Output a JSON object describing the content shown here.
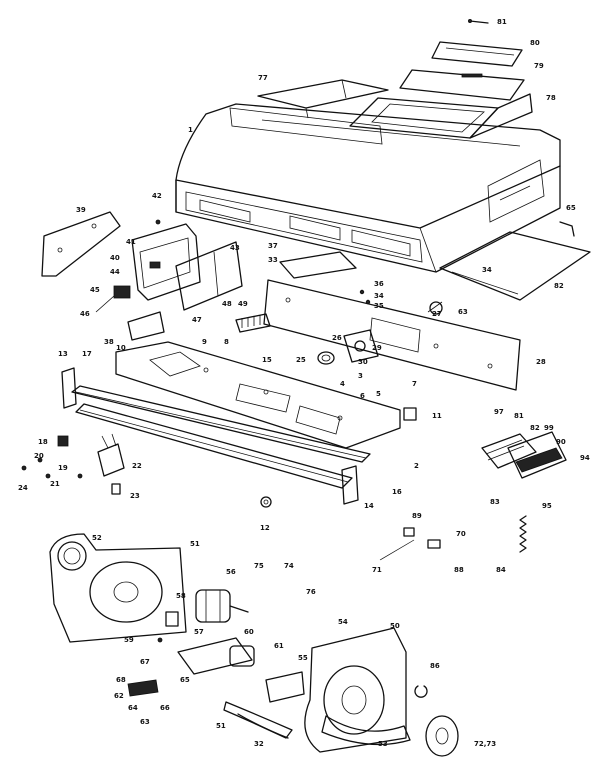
{
  "callouts": [
    {
      "id": "c-81a",
      "text": "81"
    },
    {
      "id": "c-80a",
      "text": "80"
    },
    {
      "id": "c-79",
      "text": "79"
    },
    {
      "id": "c-78",
      "text": "78"
    },
    {
      "id": "c-77",
      "text": "77"
    },
    {
      "id": "c-1",
      "text": "1"
    },
    {
      "id": "c-39",
      "text": "39"
    },
    {
      "id": "c-42",
      "text": "42"
    },
    {
      "id": "c-41",
      "text": "41"
    },
    {
      "id": "c-40",
      "text": "40"
    },
    {
      "id": "c-43",
      "text": "43"
    },
    {
      "id": "c-44",
      "text": "44"
    },
    {
      "id": "c-45",
      "text": "45"
    },
    {
      "id": "c-46",
      "text": "46"
    },
    {
      "id": "c-47",
      "text": "47"
    },
    {
      "id": "c-48",
      "text": "48"
    },
    {
      "id": "c-49",
      "text": "49"
    },
    {
      "id": "c-37",
      "text": "37"
    },
    {
      "id": "c-33a",
      "text": "33"
    },
    {
      "id": "c-36",
      "text": "36"
    },
    {
      "id": "c-34a",
      "text": "34"
    },
    {
      "id": "c-35a",
      "text": "35"
    },
    {
      "id": "c-34b",
      "text": "34"
    },
    {
      "id": "c-82",
      "text": "82"
    },
    {
      "id": "c-65",
      "text": "65"
    },
    {
      "id": "c-63",
      "text": "63"
    },
    {
      "id": "c-27",
      "text": "27"
    },
    {
      "id": "c-26",
      "text": "26"
    },
    {
      "id": "c-29a",
      "text": "29"
    },
    {
      "id": "c-25a",
      "text": "25"
    },
    {
      "id": "c-30",
      "text": "30"
    },
    {
      "id": "c-28",
      "text": "28"
    },
    {
      "id": "c-13a",
      "text": "13"
    },
    {
      "id": "c-17",
      "text": "17"
    },
    {
      "id": "c-38",
      "text": "38"
    },
    {
      "id": "c-10",
      "text": "10"
    },
    {
      "id": "c-9",
      "text": "9"
    },
    {
      "id": "c-8",
      "text": "8"
    },
    {
      "id": "c-15",
      "text": "15"
    },
    {
      "id": "c-3",
      "text": "3"
    },
    {
      "id": "c-4",
      "text": "4"
    },
    {
      "id": "c-5",
      "text": "5"
    },
    {
      "id": "c-6",
      "text": "6"
    },
    {
      "id": "c-7",
      "text": "7"
    },
    {
      "id": "c-11",
      "text": "11"
    },
    {
      "id": "c-2",
      "text": "2"
    },
    {
      "id": "c-18",
      "text": "18"
    },
    {
      "id": "c-20",
      "text": "20"
    },
    {
      "id": "c-19",
      "text": "19"
    },
    {
      "id": "c-21",
      "text": "21"
    },
    {
      "id": "c-24",
      "text": "24"
    },
    {
      "id": "c-22",
      "text": "22"
    },
    {
      "id": "c-23",
      "text": "23"
    },
    {
      "id": "c-14",
      "text": "14"
    },
    {
      "id": "c-16",
      "text": "16"
    },
    {
      "id": "c-12",
      "text": "12"
    },
    {
      "id": "c-97",
      "text": "97"
    },
    {
      "id": "c-81b",
      "text": "81"
    },
    {
      "id": "c-82b",
      "text": "82"
    },
    {
      "id": "c-99",
      "text": "99"
    },
    {
      "id": "c-90",
      "text": "90"
    },
    {
      "id": "c-94",
      "text": "94"
    },
    {
      "id": "c-83",
      "text": "83"
    },
    {
      "id": "c-95",
      "text": "95"
    },
    {
      "id": "c-89",
      "text": "89"
    },
    {
      "id": "c-70",
      "text": "70"
    },
    {
      "id": "c-71",
      "text": "71"
    },
    {
      "id": "c-88",
      "text": "88"
    },
    {
      "id": "c-84",
      "text": "84"
    },
    {
      "id": "c-52",
      "text": "52"
    },
    {
      "id": "c-51a",
      "text": "51"
    },
    {
      "id": "c-56",
      "text": "56"
    },
    {
      "id": "c-75",
      "text": "75"
    },
    {
      "id": "c-74",
      "text": "74"
    },
    {
      "id": "c-76",
      "text": "76"
    },
    {
      "id": "c-58",
      "text": "58"
    },
    {
      "id": "c-57",
      "text": "57"
    },
    {
      "id": "c-59",
      "text": "59"
    },
    {
      "id": "c-60",
      "text": "60"
    },
    {
      "id": "c-61",
      "text": "61"
    },
    {
      "id": "c-67",
      "text": "67"
    },
    {
      "id": "c-68",
      "text": "68"
    },
    {
      "id": "c-65b",
      "text": "65"
    },
    {
      "id": "c-62",
      "text": "62"
    },
    {
      "id": "c-64",
      "text": "64"
    },
    {
      "id": "c-66",
      "text": "66"
    },
    {
      "id": "c-63b",
      "text": "63"
    },
    {
      "id": "c-54",
      "text": "54"
    },
    {
      "id": "c-50",
      "text": "50"
    },
    {
      "id": "c-55",
      "text": "55"
    },
    {
      "id": "c-86",
      "text": "86"
    },
    {
      "id": "c-51b",
      "text": "51"
    },
    {
      "id": "c-32",
      "text": "32"
    },
    {
      "id": "c-53",
      "text": "53"
    },
    {
      "id": "c-7273",
      "text": "72,73"
    }
  ]
}
